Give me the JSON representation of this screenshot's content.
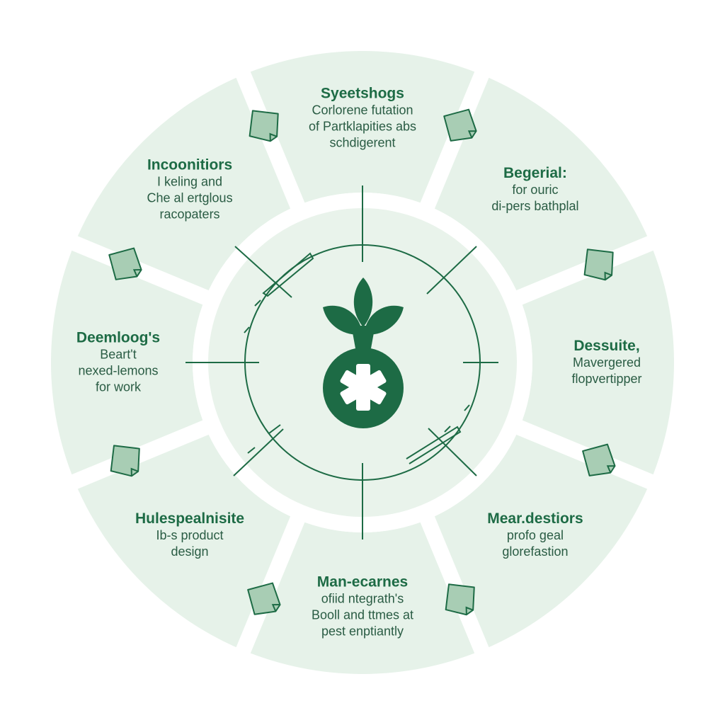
{
  "colors": {
    "background": "#ffffff",
    "ring_fill": "#e6f2e9",
    "ring_gap": "#ffffff",
    "inner_fill": "#e9f3eb",
    "accent": "#1d6b45",
    "text": "#2a5c44",
    "note_fill": "#a8cdb4",
    "note_stroke": "#1d6b45"
  },
  "center": {
    "icon": "plant-seedling-icon",
    "badge_icon": "asterisk-icon"
  },
  "segments": [
    {
      "title": "Syeetshogs",
      "lines": [
        "Corlorene futation",
        "of Partklapities abs",
        "schdigerent"
      ]
    },
    {
      "title": "Begerial:",
      "lines": [
        "for ouric",
        "di-pers bathplal"
      ]
    },
    {
      "title": "Dessuite,",
      "lines": [
        "Mavergered",
        "flopvertipper"
      ]
    },
    {
      "title": "Mear.destiors",
      "lines": [
        "profo geal",
        "glorefastion"
      ]
    },
    {
      "title": "Man-ecarnes",
      "lines": [
        "ofiid ntegrath's",
        "Booll and ttmes at",
        "pest enptiantly"
      ]
    },
    {
      "title": "Hulespealnisite",
      "lines": [
        "Ib-s product",
        "design"
      ]
    },
    {
      "title": "Deemloog's",
      "lines": [
        "Beart't",
        "nexed-lemons",
        "for work"
      ]
    },
    {
      "title": "Incoonitiors",
      "lines": [
        "I keling and",
        "Che al ertglous",
        "racopaters"
      ]
    }
  ],
  "note_icons": [
    "note-icon",
    "note-icon",
    "note-icon",
    "note-icon",
    "note-icon",
    "note-icon",
    "note-icon",
    "note-icon"
  ]
}
